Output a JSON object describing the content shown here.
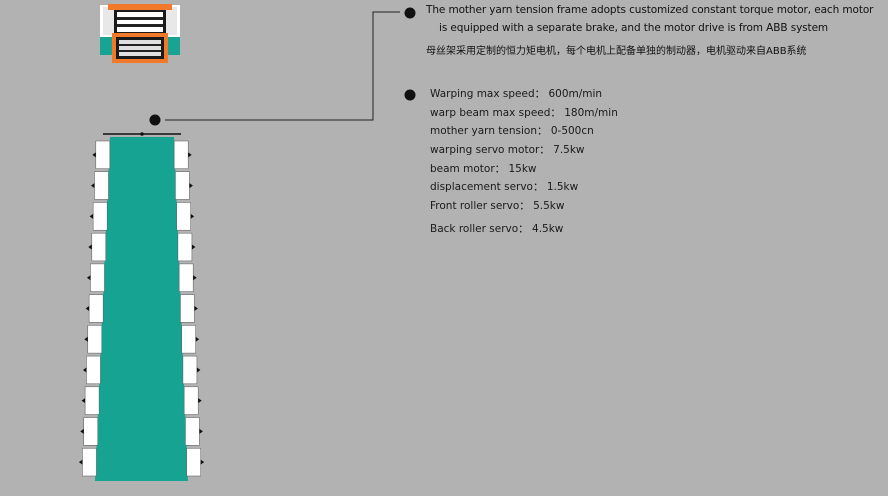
{
  "description": {
    "line1": "The mother yarn tension frame adopts customized constant torque motor, each motor",
    "line2": "is equipped with a separate brake, and the motor drive is from ABB system",
    "line3": "母丝架采用定制的恒力矩电机，每个电机上配备单独的制动器，电机驱动来自ABB系统"
  },
  "specs": [
    "Warping max speed：  600m/min",
    "warp beam max speed：  180m/min",
    "mother yarn tension：  0-500cn",
    "warping servo motor：  7.5kw",
    "beam motor：  15kw",
    "displacement servo：  1.5kw",
    "Front roller servo：  5.5kw",
    "Back roller servo：  4.5kw"
  ],
  "colors": {
    "background": "#b2b2b2",
    "creel": "#16a392",
    "bobbin": "#ffffff",
    "motor_orange": "#f07a2a",
    "motor_teal": "#18a493",
    "dark": "#111111"
  },
  "icons": {
    "bullet": "filled-circle",
    "callout": "leader-line"
  }
}
